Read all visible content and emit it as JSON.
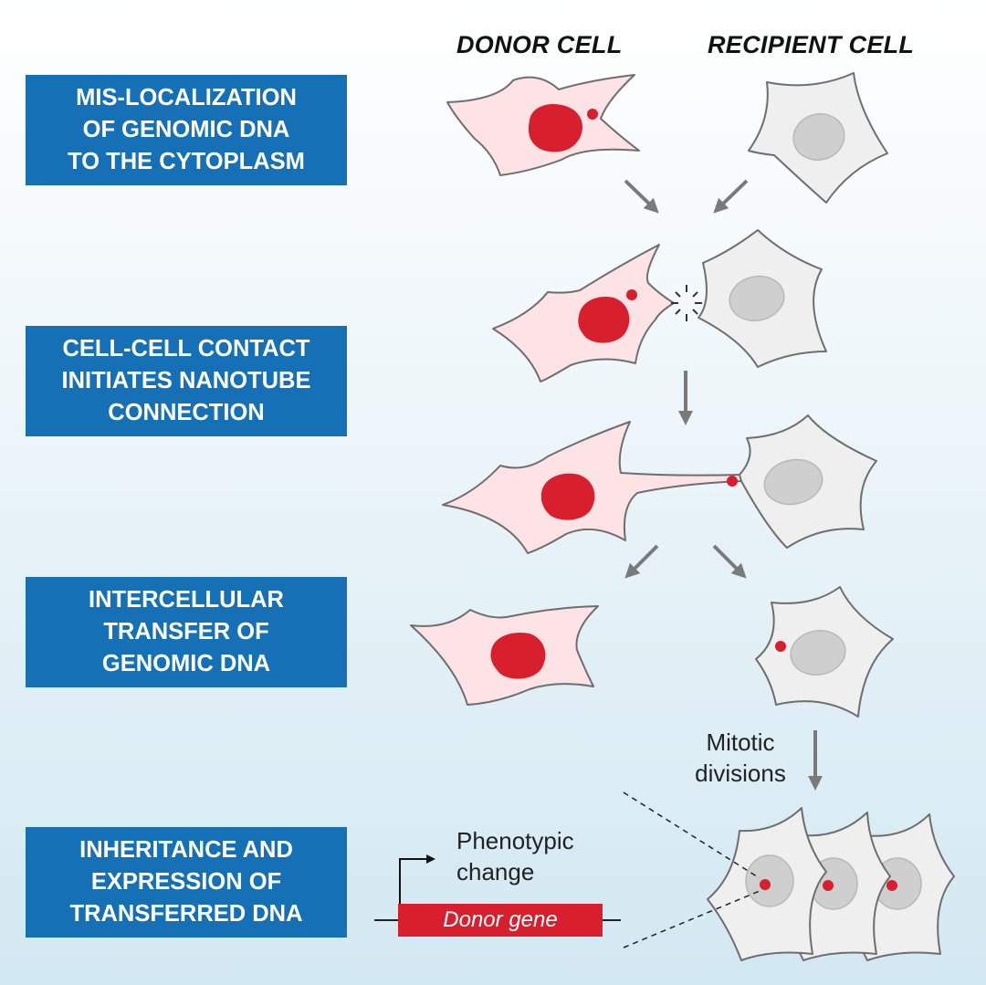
{
  "headers": {
    "donor": "DONOR CELL",
    "recipient": "RECIPIENT CELL"
  },
  "steps": [
    {
      "label": "MIS-LOCALIZATION\nOF GENOMIC DNA\nTO THE CYTOPLASM"
    },
    {
      "label": "CELL-CELL CONTACT\nINITIATES NANOTUBE\nCONNECTION"
    },
    {
      "label": "INTERCELLULAR\nTRANSFER OF\nGENOMIC DNA"
    },
    {
      "label": "INHERITANCE AND\nEXPRESSION OF\nTRANSFERRED DNA"
    }
  ],
  "annotations": {
    "mitotic": "Mitotic\ndivisions",
    "phenotypic": "Phenotypic\nchange",
    "donor_gene": "Donor gene"
  },
  "colors": {
    "step_box": "#1670b5",
    "donor_cytoplasm": "#fde3e6",
    "donor_nucleus": "#d81f2e",
    "recipient_cytoplasm": "#efefef",
    "recipient_nucleus": "#cfcfcf",
    "arrow": "#7a7a7a",
    "outline": "#6e6e6e"
  }
}
